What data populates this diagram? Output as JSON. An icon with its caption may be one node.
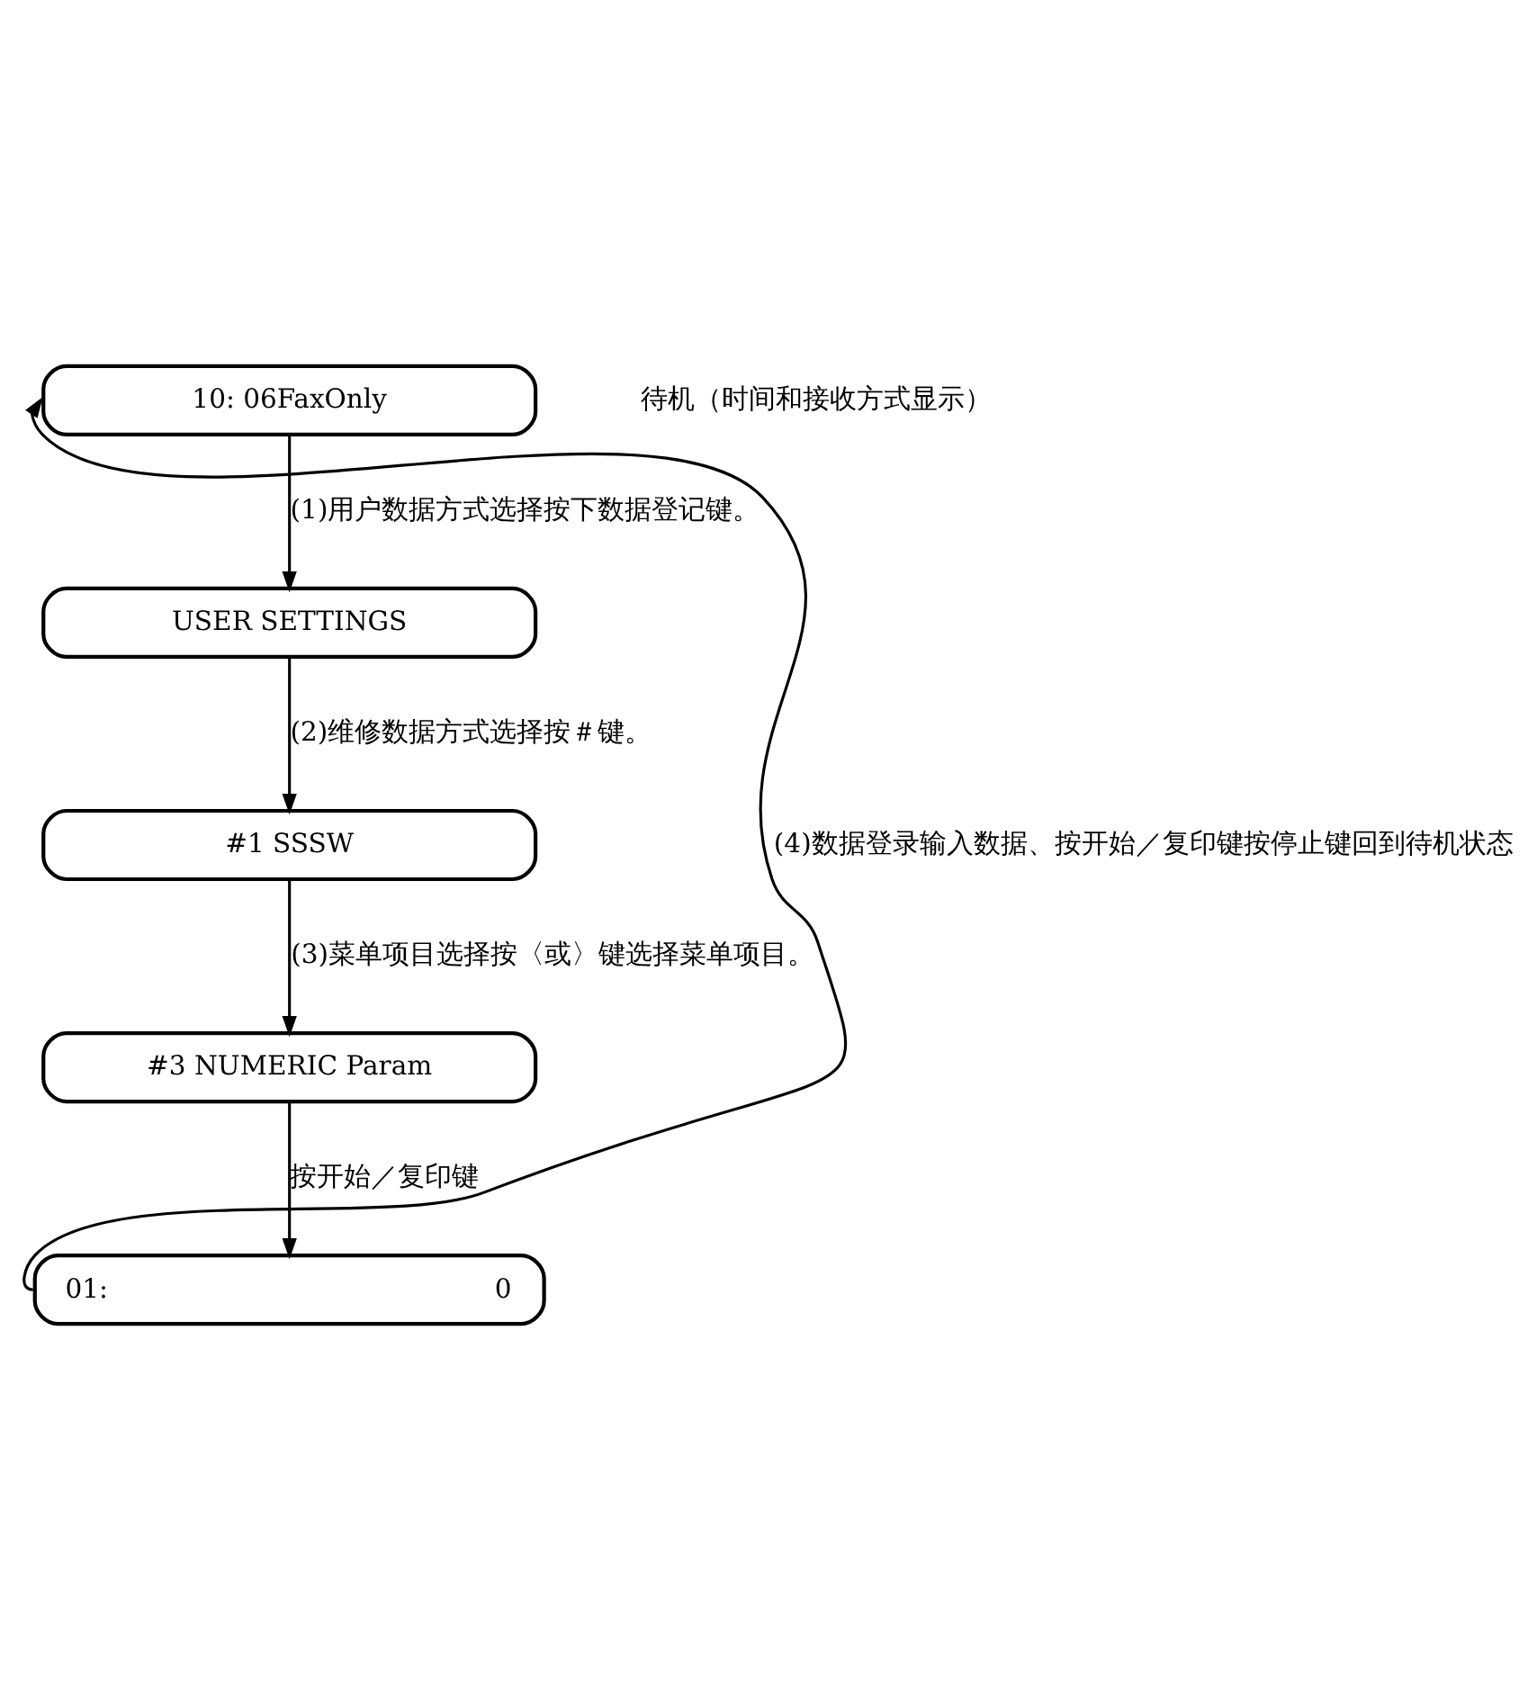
{
  "diagram": {
    "nodes": [
      {
        "text": [
          "10: 06FaxOnly"
        ],
        "beside": [
          "待机（时间和接收方式显示）"
        ]
      },
      {
        "text": [
          "USER SETTINGS"
        ]
      },
      {
        "text": [
          "#1 SSSW"
        ]
      },
      {
        "text": [
          "#3 NUMERIC Param"
        ]
      },
      {
        "text": [
          "01:",
          "0"
        ]
      }
    ],
    "edges": [
      {
        "from": 0,
        "to": 1,
        "arrow": "to",
        "label": "(1)用户数据方式选择按下数据登记键。"
      },
      {
        "from": 1,
        "to": 2,
        "arrow": "to",
        "label": "(2)维修数据方式选择按＃键。"
      },
      {
        "from": 2,
        "to": 3,
        "arrow": "to",
        "label": "(3)菜单项目选择按〈或〉键选择菜单项目。"
      },
      {
        "from": 3,
        "to": 4,
        "arrow": "to",
        "label": "按开始／复印键"
      },
      {
        "from": 4,
        "to": 0,
        "arrow": "to",
        "label": "(4)数据登录输入数据、按开始／复印键按停止键回到待机状态"
      }
    ]
  }
}
